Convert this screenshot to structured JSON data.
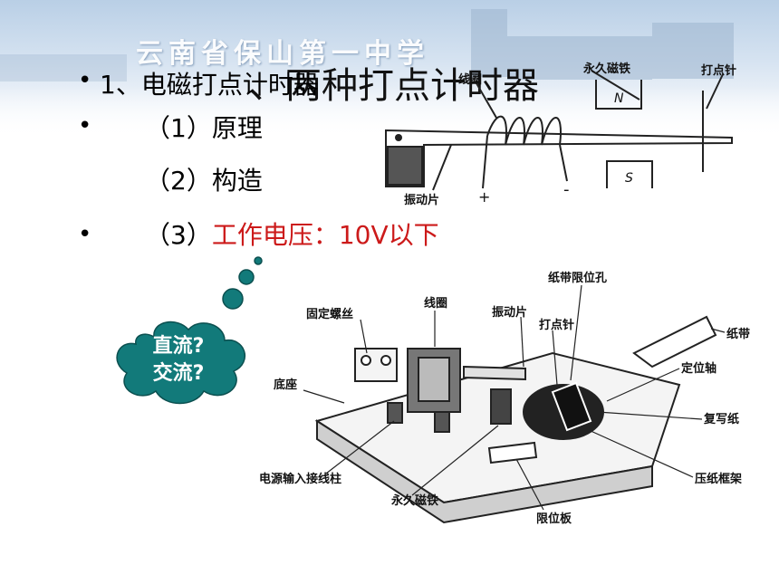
{
  "banner": {
    "school_name": "云南省保山第一中学"
  },
  "title": "、两种打点计时器",
  "bullets": {
    "item1": "1、电磁打点计时器",
    "item2": "（1）原理",
    "item3": "（2）构造",
    "item4_prefix": "（3）",
    "item4_red": "工作电压：10V以下"
  },
  "cloud": {
    "line1": "直流?",
    "line2": "交流?"
  },
  "colors": {
    "accent_red": "#cc1a1a",
    "cloud_fill": "#127a7a"
  },
  "diagram1": {
    "labels": {
      "magnet_n": "永久磁铁",
      "n": "N",
      "s": "S",
      "needle": "打点针",
      "coil": "线圈",
      "vibrator": "振动片",
      "plus": "+",
      "minus": "-"
    }
  },
  "diagram2": {
    "labels": {
      "tape_hole": "纸带限位孔",
      "coil": "线圈",
      "screw": "固定螺丝",
      "vibrator": "振动片",
      "needle": "打点针",
      "tape": "纸带",
      "axis": "定位轴",
      "base": "底座",
      "carbon_paper": "复写纸",
      "terminals": "电源输入接线柱",
      "magnet": "永久磁铁",
      "limit_plate": "限位板",
      "frame": "压纸框架"
    }
  }
}
